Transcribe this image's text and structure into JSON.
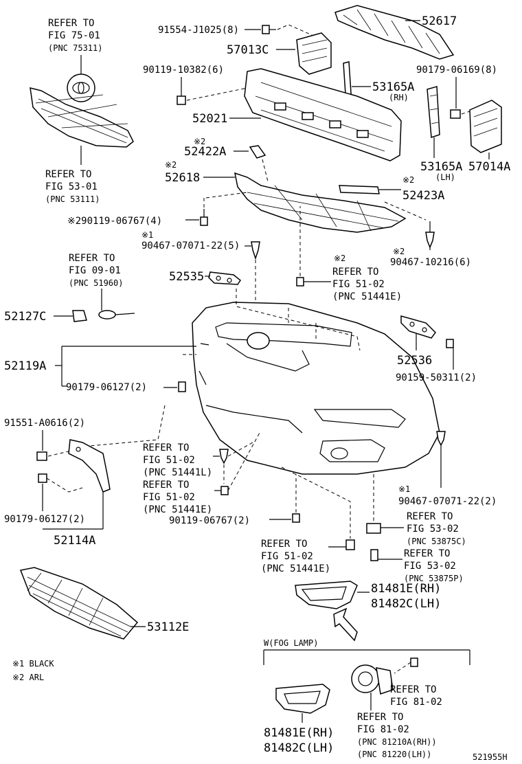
{
  "labels": {
    "p52617": "52617",
    "p91554": "91554-J1025(8)",
    "p57013c": "57013C",
    "p90119_10382": "90119-10382(6)",
    "p90179_06169": "90179-06169(8)",
    "p53165a_rh": "53165A",
    "p53165a_rh_sub": "(RH)",
    "p52021": "52021",
    "p53165a_lh": "53165A",
    "p53165a_lh_sub": "(LH)",
    "p57014a": "57014A",
    "p52422a_mark": "※2",
    "p52422a": "52422A",
    "p52618_mark": "※2",
    "p52618": "52618",
    "p52423a_mark": "※2",
    "p52423a": "52423A",
    "p90119_06767_top": "※290119-06767(4)",
    "p90467_07071_mark": "※1",
    "p90467_07071_top": "90467-07071-22(5)",
    "p90467_10216_mark": "※2",
    "p90467_10216": "90467-10216(6)",
    "ref51_02_mark": "※2",
    "ref51_02_a1": "REFER TO",
    "ref51_02_a2": "FIG 51-02",
    "ref51_02_a3": "(PNC 51441E)",
    "ref75_1": "REFER TO",
    "ref75_2": "FIG 75-01",
    "ref75_3": "(PNC 75311)",
    "ref53_01_1": "REFER TO",
    "ref53_01_2": "FIG 53-01",
    "ref53_01_3": "(PNC 53111)",
    "ref09_1": "REFER TO",
    "ref09_2": "FIG 09-01",
    "ref09_3": "(PNC 51960)",
    "p52535": "52535",
    "p52127c": "52127C",
    "p52119a": "52119A",
    "p90179_06127_a": "90179-06127(2)",
    "p52536": "52536",
    "p90159": "90159-50311(2)",
    "p91551": "91551-A0616(2)",
    "ref51_02_b1": "REFER TO",
    "ref51_02_b2": "FIG 51-02",
    "ref51_02_b3": "(PNC 51441L)",
    "ref51_02_c1": "REFER TO",
    "ref51_02_c2": "FIG 51-02",
    "ref51_02_c3": "(PNC 51441E)",
    "p90119_06767_b": "90119-06767(2)",
    "p90179_06127_b": "90179-06127(2)",
    "p52114a": "52114A",
    "p90467_bot_mark": "※1",
    "p90467_bot": "90467-07071-22(2)",
    "ref53_02_a1": "REFER TO",
    "ref53_02_a2": "FIG 53-02",
    "ref53_02_a3": "(PNC 53875C)",
    "ref53_02_b1": "REFER TO",
    "ref53_02_b2": "FIG 53-02",
    "ref53_02_b3": "(PNC 53875P)",
    "ref51_02_d1": "REFER TO",
    "ref51_02_d2": "FIG 51-02",
    "ref51_02_d3": "(PNC 51441E)",
    "p81481e_a": "81481E(RH)",
    "p81482c_a": "81482C(LH)",
    "p53112e": "53112E",
    "note1": "※1 BLACK",
    "note2": "※2 ARL",
    "fog_title": "W(FOG LAMP)",
    "ref81_a1": "REFER TO",
    "ref81_a2": "FIG 81-02",
    "ref81_b1": "REFER TO",
    "ref81_b2": "FIG 81-02",
    "ref81_b3": "(PNC 81210A(RH))",
    "ref81_b4": "(PNC 81220(LH))",
    "p81481e_b": "81481E(RH)",
    "p81482c_b": "81482C(LH)",
    "drawing_no": "521955H"
  }
}
